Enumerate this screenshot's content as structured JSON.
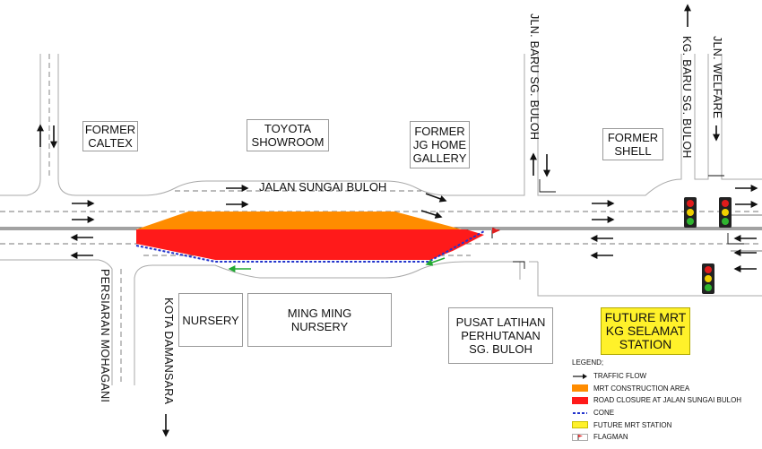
{
  "roads": {
    "main": "JALAN SUNGAI BULOH",
    "persiaran": "PERSIARAN MOHAGANI",
    "kota": "KOTA DAMANSARA",
    "baru_sg_buloh": "JLN. BARU SG. BULOH",
    "kg_baru": "KG. BARU SG. BULOH",
    "welfare": "JLN. WELFARE"
  },
  "landmarks": {
    "caltex": "FORMER\nCALTEX",
    "toyota": "TOYOTA\nSHOWROOM",
    "jg_home": "FORMER\nJG HOME\nGALLERY",
    "shell": "FORMER\nSHELL",
    "nursery": "NURSERY",
    "ming_ming": "MING MING\nNURSERY",
    "pusat": "PUSAT LATIHAN\nPERHUTANAN\nSG. BULOH",
    "station": "FUTURE MRT\nKG SELAMAT\nSTATION"
  },
  "legend": {
    "title": "LEGEND;",
    "items": [
      {
        "label": "TRAFFIC FLOW",
        "kind": "arrow",
        "color": "#111111"
      },
      {
        "label": "MRT CONSTRUCTION AREA",
        "kind": "fill",
        "color": "#ff8c00"
      },
      {
        "label": "ROAD CLOSURE AT JALAN SUNGAI BULOH",
        "kind": "fill",
        "color": "#ff1a1a"
      },
      {
        "label": "CONE",
        "kind": "dash",
        "color": "#2233cc"
      },
      {
        "label": "FUTURE MRT STATION",
        "kind": "fill",
        "color": "#fff12a"
      },
      {
        "label": "FLAGMAN",
        "kind": "flag",
        "color": "#e02020"
      }
    ]
  },
  "colors": {
    "construction": "#ff8c00",
    "closure": "#ff1a1a",
    "cone": "#2233cc",
    "station": "#fff12a",
    "diversion_arrow": "#22aa33",
    "road_edge": "#aaaaaa"
  }
}
